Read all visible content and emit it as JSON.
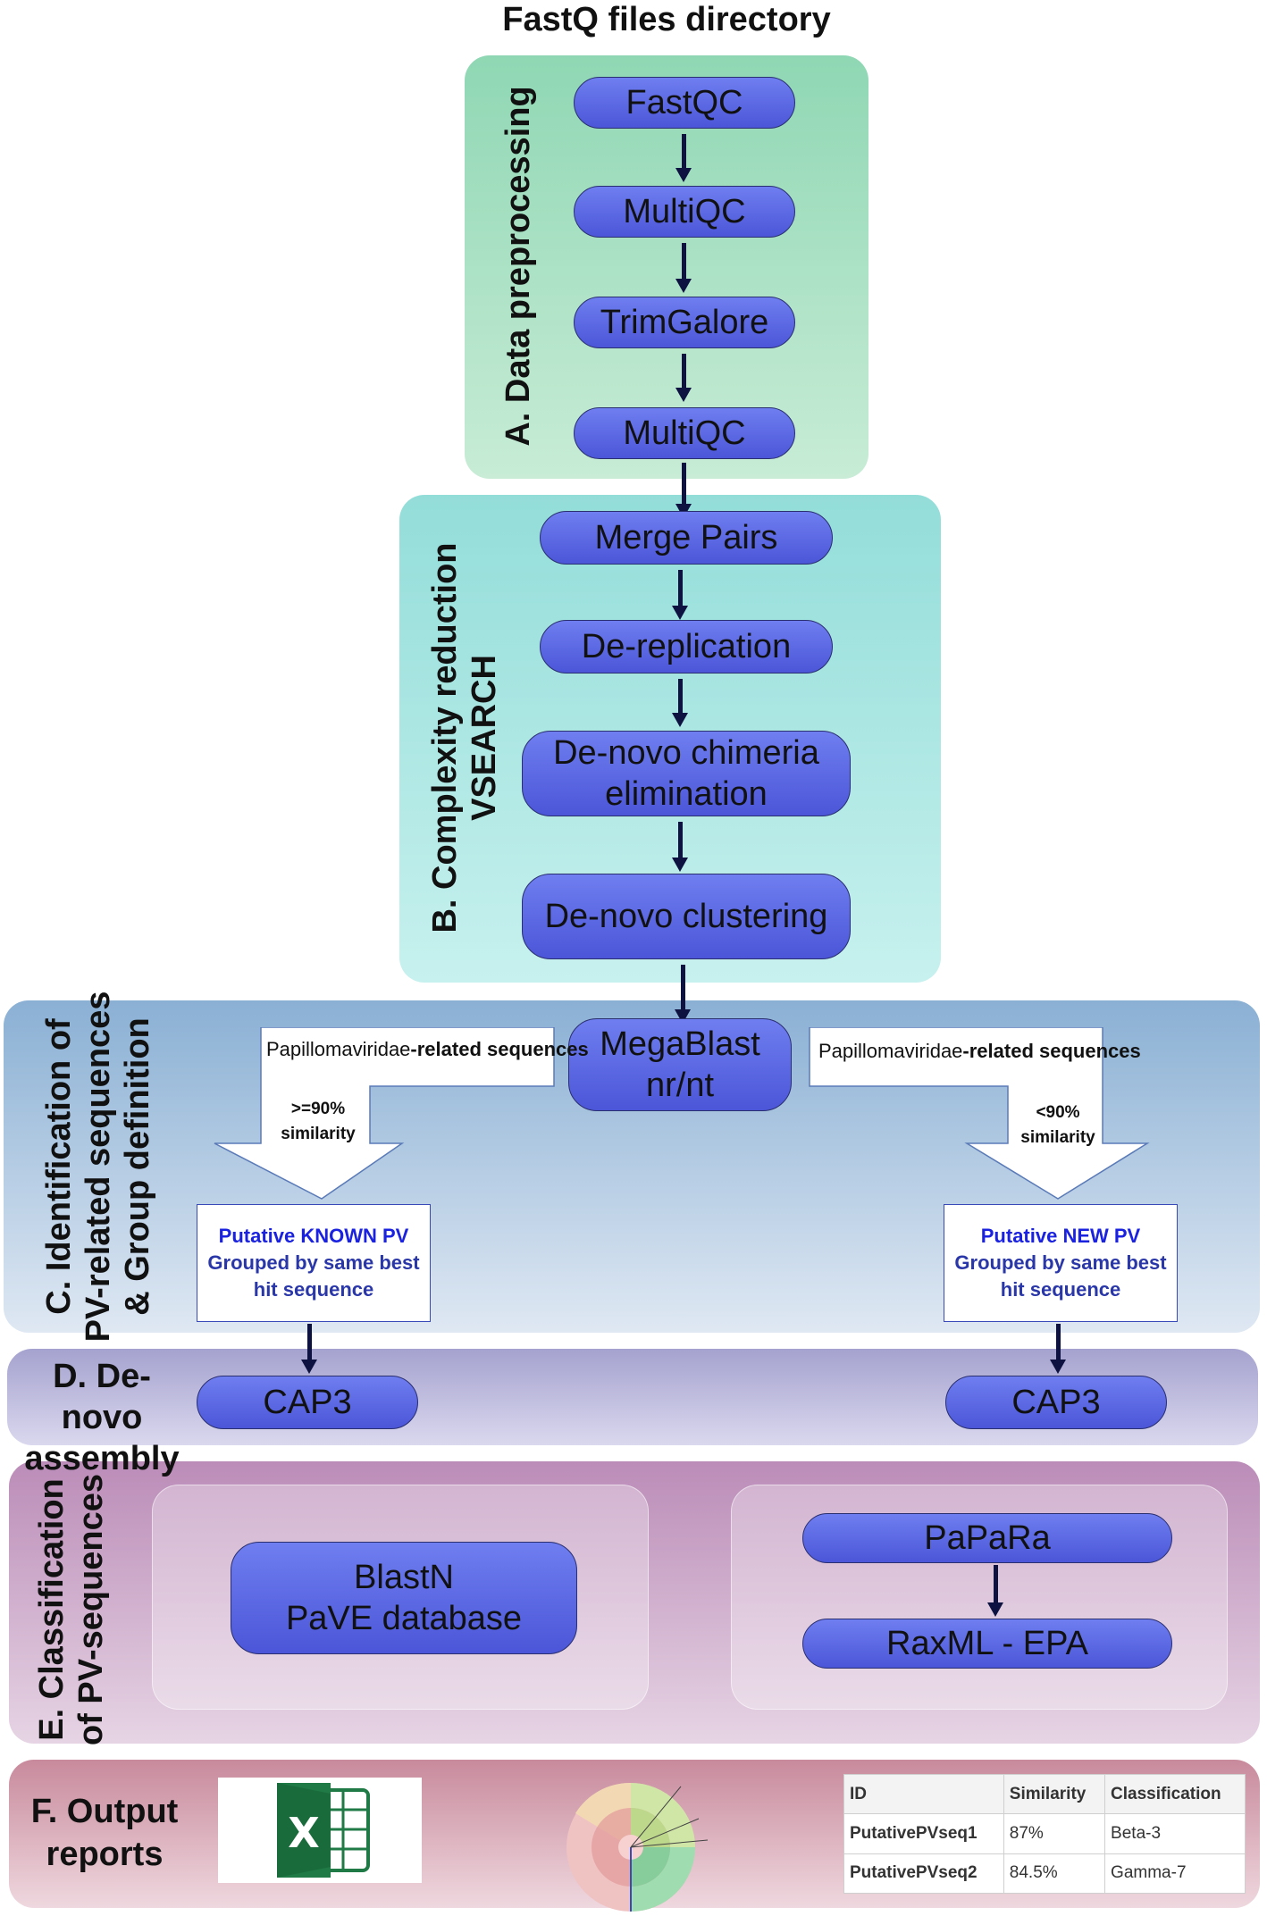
{
  "title": "FastQ files directory",
  "sectionA": {
    "label": "A. Data preprocessing",
    "steps": [
      "FastQC",
      "MultiQC",
      "TrimGalore",
      "MultiQC"
    ]
  },
  "sectionB": {
    "label": "B. Complexity reduction\nVSEARCH",
    "steps": [
      "Merge Pairs",
      "De-replication",
      "De-novo chimeria\nelimination",
      "De-novo clustering"
    ]
  },
  "sectionC": {
    "label": "C. Identification of\nPV-related sequences\n& Group definition",
    "megablast": "MegaBlast\nnr/nt",
    "left": {
      "taxon": "Papillomaviridae",
      "suffix": "-related sequences",
      "criteria": ">=90%\nsimilarity",
      "result_title": "Putative KNOWN PV",
      "result_body": "Grouped by same best\nhit sequence"
    },
    "right": {
      "taxon": "Papillomaviridae",
      "suffix": "-related sequences",
      "criteria": "<90%\nsimilarity",
      "result_title": "Putative NEW PV",
      "result_body": "Grouped by same best\nhit sequence"
    }
  },
  "sectionD": {
    "label": "D. De-novo\nassembly",
    "left": "CAP3",
    "right": "CAP3"
  },
  "sectionE": {
    "label": "E. Classification\nof PV-sequences",
    "blast": "BlastN\nPaVE database",
    "papara": "PaPaRa",
    "raxml": "RaxML - EPA"
  },
  "sectionF": {
    "label": "F. Output\nreports",
    "excel_icon": "excel-icon",
    "tree_icon": "phylogenetic-tree-icon",
    "table": {
      "headers": [
        "ID",
        "Similarity",
        "Classification"
      ],
      "rows": [
        [
          "PutativePVseq1",
          "87%",
          "Beta-3"
        ],
        [
          "PutativePVseq2",
          "84.5%",
          "Gamma-7"
        ]
      ]
    }
  }
}
